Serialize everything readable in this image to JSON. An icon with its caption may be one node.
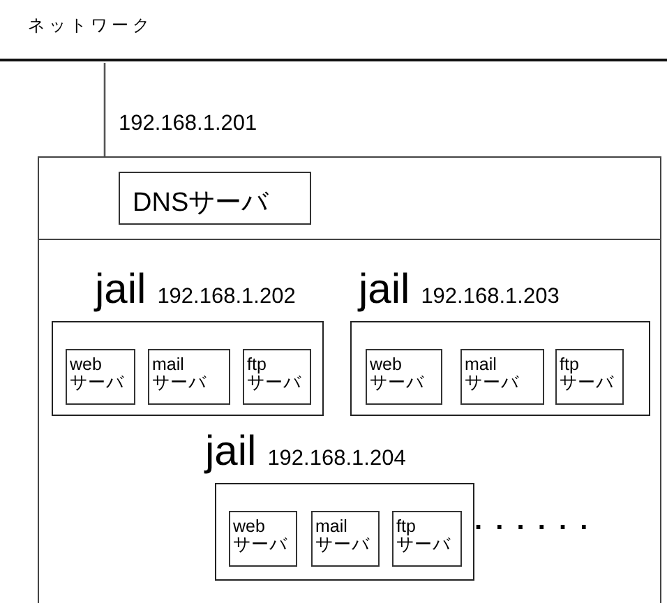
{
  "diagram": {
    "nodes": [
      {
        "text": [
          "ネットワーク"
        ]
      },
      {
        "text": [],
        "shape": "box"
      },
      {
        "text": [
          "DNSサーバ"
        ],
        "in": 1
      },
      {
        "text": [
          "jail",
          "192.168.1.202"
        ],
        "in": 1
      },
      {
        "text": [
          "web サーバ"
        ],
        "in": 3
      },
      {
        "text": [
          "mail サーバ"
        ],
        "in": 3
      },
      {
        "text": [
          "ftp サーバ"
        ],
        "in": 3
      },
      {
        "text": [
          "jail",
          "192.168.1.203"
        ],
        "in": 1
      },
      {
        "text": [
          "web サーバ"
        ],
        "in": 7
      },
      {
        "text": [
          "mail サーバ"
        ],
        "in": 7
      },
      {
        "text": [
          "ftp サーバ"
        ],
        "in": 7
      },
      {
        "text": [
          "jail",
          "192.168.1.204"
        ],
        "in": 1
      },
      {
        "text": [
          "web サーバ"
        ],
        "in": 11
      },
      {
        "text": [
          "mail サーバ"
        ],
        "in": 11
      },
      {
        "text": [
          "ftp サーバ"
        ],
        "in": 11
      }
    ],
    "edges": [
      {
        "from": 0,
        "to": 1,
        "arrow": "none",
        "label": "192.168.1.201"
      }
    ],
    "labels": [
      ". . . . . ."
    ]
  }
}
